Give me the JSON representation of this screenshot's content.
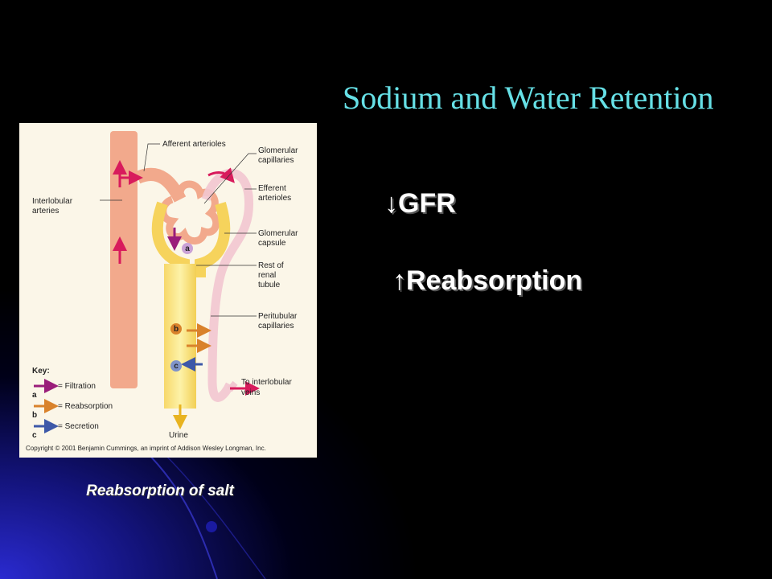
{
  "slide": {
    "title": "Sodium and Water Retention",
    "bullets": [
      {
        "arrow": "↓",
        "text": "GFR"
      },
      {
        "arrow": "↑",
        "text": "Reabsorption"
      }
    ],
    "caption": "Reabsorption of salt"
  },
  "figure": {
    "labels": {
      "afferent": "Afferent arterioles",
      "glomerular_cap_1": "Glomerular",
      "glomerular_cap_2": "capillaries",
      "efferent_1": "Efferent",
      "efferent_2": "arterioles",
      "interlobular_1": "Interlobular",
      "interlobular_2": "arteries",
      "capsule_1": "Glomerular",
      "capsule_2": "capsule",
      "rest_1": "Rest of",
      "rest_2": "renal",
      "rest_3": "tubule",
      "peritubular_1": "Peritubular",
      "peritubular_2": "capillaries",
      "veins_1": "To interlobular",
      "veins_2": "veins",
      "urine": "Urine"
    },
    "markers": {
      "a": "a",
      "b": "b",
      "c": "c"
    },
    "key": {
      "title": "Key:",
      "items": [
        {
          "letter": "a",
          "label": "= Filtration",
          "color": "#c0157a"
        },
        {
          "letter": "b",
          "label": "= Reabsorption",
          "color": "#d9822b"
        },
        {
          "letter": "c",
          "label": "= Secretion",
          "color": "#3d58a8"
        }
      ]
    },
    "copyright": "Copyright © 2001 Benjamin Cummings, an imprint of Addison Wesley Longman, Inc."
  },
  "colors": {
    "title": "#66e0e6",
    "background": "#000000",
    "glow": "#1a1aa8"
  }
}
